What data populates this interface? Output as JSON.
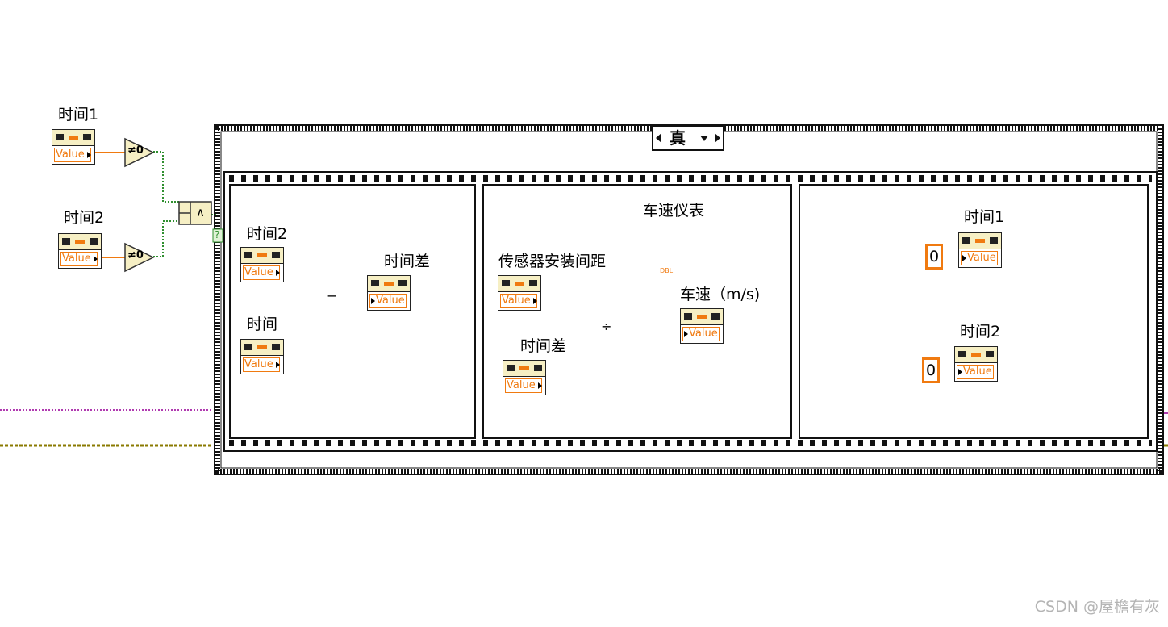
{
  "outer": {
    "time1_label": "时间1",
    "time2_label": "时间2",
    "value_text": "Value",
    "compare_symbol": "≠0",
    "and_symbol": "∧",
    "selector_marker": "?"
  },
  "case_structure": {
    "selector_value": "真"
  },
  "frame1": {
    "time2_label": "时间2",
    "time_label": "时间",
    "diff_label": "时间差",
    "subtract_symbol": "−"
  },
  "frame2": {
    "distance_label": "传感器安装间距",
    "diff_label": "时间差",
    "gauge_label": "车速仪表",
    "gauge_type": "DBL",
    "speed_label": "车速（m/s)",
    "divide_symbol": "÷"
  },
  "frame3": {
    "time1_label": "时间1",
    "time2_label": "时间2",
    "const1": "0",
    "const2": "0"
  },
  "colors": {
    "orange_wire": "#f07a10",
    "bool_wire": "#2f8f2f",
    "pink_wire": "#b03ab0",
    "error_wire": "#8a7a00"
  },
  "watermark": "CSDN @屋檐有灰"
}
